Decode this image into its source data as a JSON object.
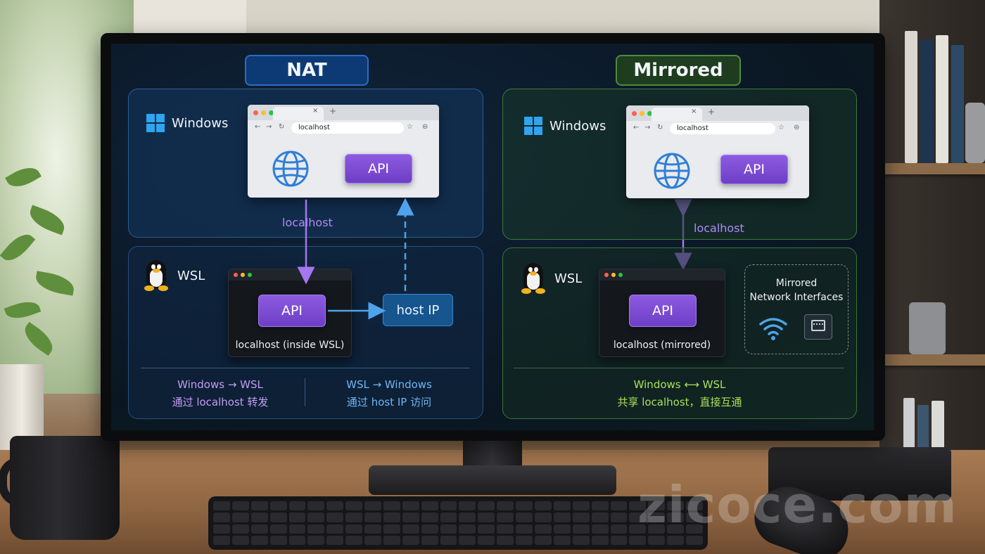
{
  "scene": {
    "watermark": "zicoce.com"
  },
  "nat": {
    "title": "NAT",
    "windows_label": "Windows",
    "browser": {
      "url": "localhost"
    },
    "api_label": "API",
    "arrow_label": "localhost",
    "wsl_label": "WSL",
    "wsl_api_label": "API",
    "wsl_caption": "localhost (inside WSL)",
    "host_ip_label": "host IP",
    "note_left": {
      "line1": "Windows → WSL",
      "line2": "通过 localhost 转发"
    },
    "note_right": {
      "line1": "WSL → Windows",
      "line2": "通过 host IP 访问"
    }
  },
  "mirrored": {
    "title": "Mirrored",
    "windows_label": "Windows",
    "browser": {
      "url": "localhost"
    },
    "api_label": "API",
    "arrow_label": "localhost",
    "wsl_label": "WSL",
    "wsl_api_label": "API",
    "wsl_caption": "localhost (mirrored)",
    "interfaces_title_1": "Mirrored",
    "interfaces_title_2": "Network Interfaces",
    "note": {
      "line1": "Windows ⟷ WSL",
      "line2": "共享 localhost，直接互通"
    }
  },
  "colors": {
    "nat_accent": "#0d3a75",
    "mirrored_accent": "#1e3d1f",
    "api_purple": "#7b4bd6",
    "arrow_purple": "#a377ef",
    "arrow_blue": "#4ea3ea",
    "green_text": "#a9e05a"
  }
}
